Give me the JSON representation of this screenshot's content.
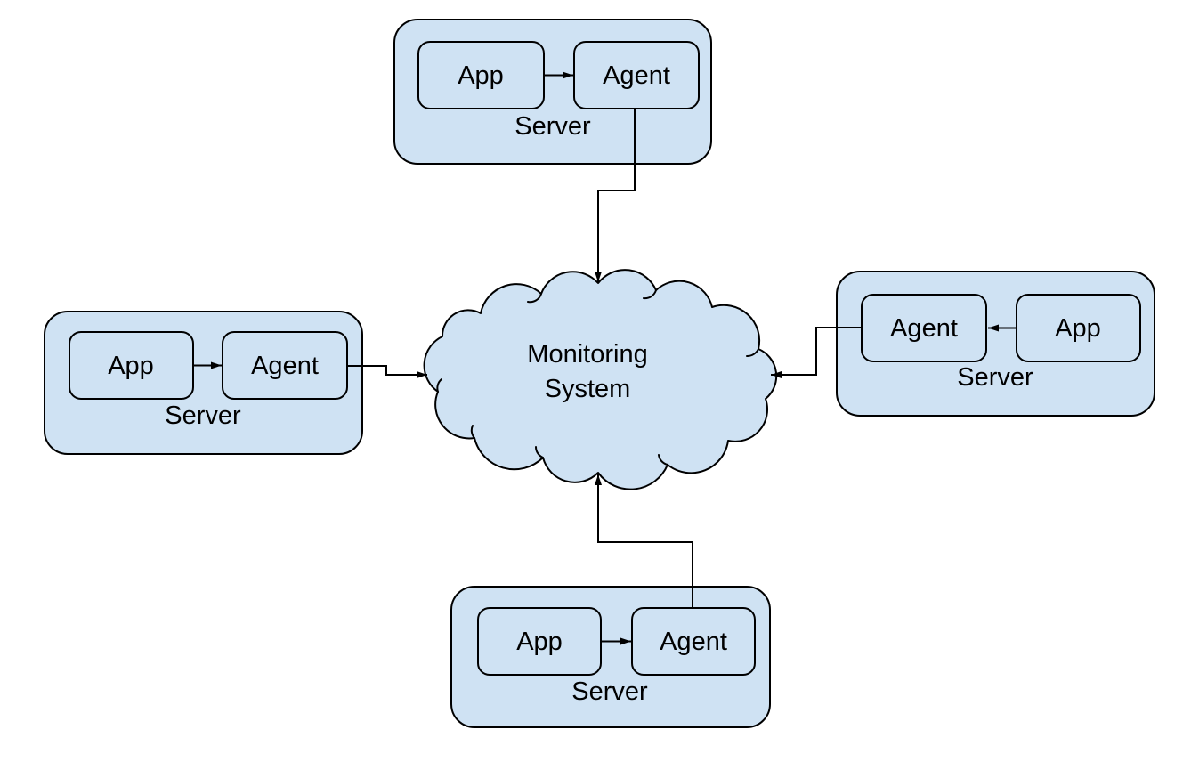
{
  "colors": {
    "background": "#ffffff",
    "node_fill": "#cfe2f3",
    "stroke": "#000000",
    "text": "#000000"
  },
  "cloud": {
    "label_line1": "Monitoring",
    "label_line2": "System"
  },
  "servers": [
    {
      "position": "top",
      "label": "Server",
      "left_node": "App",
      "right_node": "Agent"
    },
    {
      "position": "left",
      "label": "Server",
      "left_node": "App",
      "right_node": "Agent"
    },
    {
      "position": "right",
      "label": "Server",
      "left_node": "Agent",
      "right_node": "App"
    },
    {
      "position": "bottom",
      "label": "Server",
      "left_node": "App",
      "right_node": "Agent"
    }
  ],
  "edges": [
    {
      "from": "top-server-app",
      "to": "top-server-agent",
      "direction": "right"
    },
    {
      "from": "top-server-agent",
      "to": "monitoring-cloud",
      "direction": "down"
    },
    {
      "from": "left-server-app",
      "to": "left-server-agent",
      "direction": "right"
    },
    {
      "from": "left-server-agent",
      "to": "monitoring-cloud",
      "direction": "right"
    },
    {
      "from": "right-server-app",
      "to": "right-server-agent",
      "direction": "left"
    },
    {
      "from": "right-server-agent",
      "to": "monitoring-cloud",
      "direction": "left"
    },
    {
      "from": "bottom-server-app",
      "to": "bottom-server-agent",
      "direction": "right"
    },
    {
      "from": "bottom-server-agent",
      "to": "monitoring-cloud",
      "direction": "up"
    }
  ]
}
